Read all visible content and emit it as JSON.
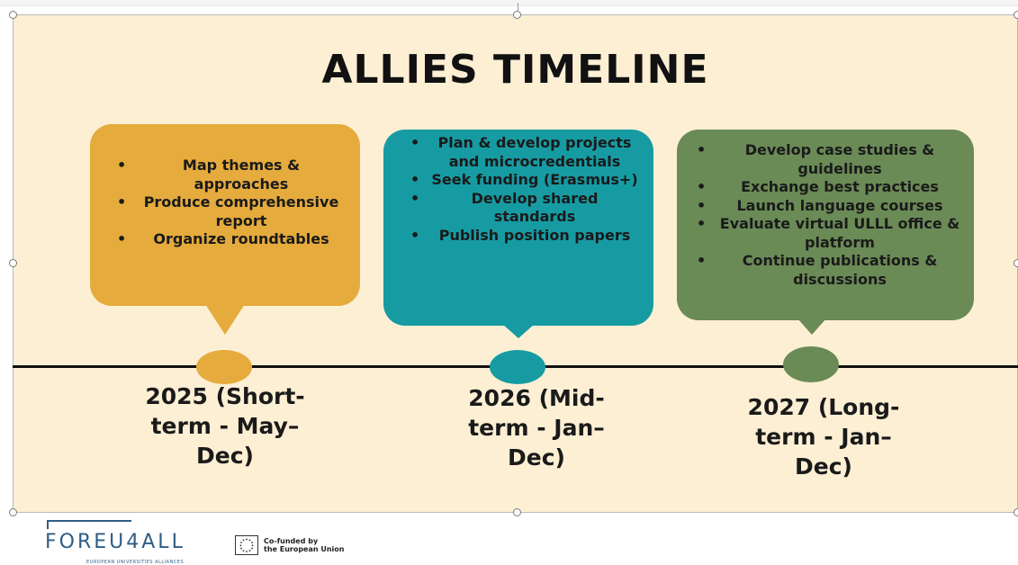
{
  "slide": {
    "title": "ALLIES TIMELINE",
    "background": "#fcefd4",
    "phases": [
      {
        "color": "#e5ab3d",
        "items": [
          "Map themes & approaches",
          "Produce comprehensive report",
          "Organize roundtables"
        ],
        "year_lines": [
          "2025 (Short-",
          "term - May–",
          "Dec)"
        ]
      },
      {
        "color": "#179ba3",
        "items": [
          "Plan & develop projects and microcredentials",
          "Seek funding (Erasmus+)",
          "Develop shared standards",
          "Publish position papers"
        ],
        "year_lines": [
          "2026 (Mid-",
          "term - Jan–",
          "Dec)"
        ]
      },
      {
        "color": "#6a8a56",
        "items": [
          "Develop case studies & guidelines",
          "Exchange best practices",
          "Launch language courses",
          "Evaluate virtual ULLL office & platform",
          "Continue publications & discussions"
        ],
        "year_lines": [
          "2027 (Long-",
          "term - Jan–",
          "Dec)"
        ]
      }
    ]
  },
  "footer": {
    "logo_text": "FOREU4ALL",
    "logo_subtext": "EUROPEAN UNIVERSITIES ALLIANCES",
    "eu_line1": "Co-funded by",
    "eu_line2": "the European Union"
  }
}
